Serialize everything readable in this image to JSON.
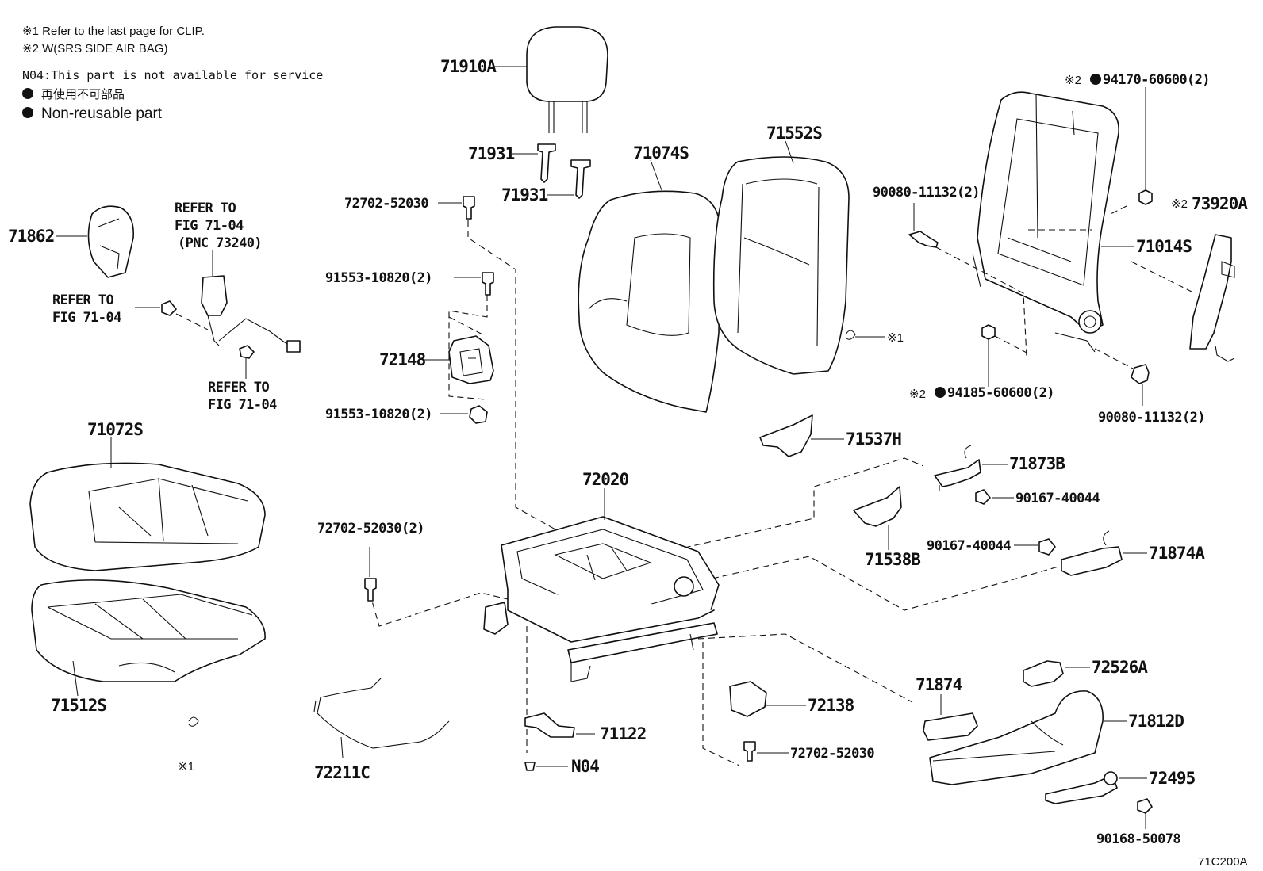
{
  "notes": {
    "clip_ref": "※1 Refer to the last page for CLIP.",
    "srs_ref": "※2 W(SRS SIDE AIR BAG)",
    "n04": "N04:This part is not available for service",
    "non_reusable_jp": "再使用不可部品",
    "non_reusable_en": "Non-reusable part"
  },
  "refer": {
    "refer_to": "REFER TO",
    "fig_7104": "FIG 71-04",
    "pnc": "(PNC 73240)"
  },
  "labels": {
    "p71910A": "71910A",
    "p71931a": "71931",
    "p71931b": "71931",
    "p72702_52030_a": "72702-52030",
    "p91553_a": "91553-10820(2)",
    "p72148": "72148",
    "p91553_b": "91553-10820(2)",
    "p71862": "71862",
    "p71074S": "71074S",
    "p71552S": "71552S",
    "p71014S": "71014S",
    "p94170": "94170-60600(2)",
    "p90080_a": "90080-11132(2)",
    "p73920A": "73920A",
    "p94185": "94185-60600(2)",
    "p90080_b": "90080-11132(2)",
    "clip1": "※1",
    "clip2": "※1",
    "srs_mark_a": "※2",
    "srs_mark_b": "※2",
    "srs_mark_c": "※2",
    "p71537H": "71537H",
    "p71873B": "71873B",
    "p90167_a": "90167-40044",
    "p90167_b": "90167-40044",
    "p71874A": "71874A",
    "p71538B": "71538B",
    "p72020": "72020",
    "p71072S": "71072S",
    "p71512S": "71512S",
    "p72702_52030_b": "72702-52030(2)",
    "p72211C": "72211C",
    "p71122": "71122",
    "n04_label": "N04",
    "p72138": "72138",
    "p72702_52030_c": "72702-52030",
    "p71874": "71874",
    "p72526A": "72526A",
    "p71812D": "71812D",
    "p72495": "72495",
    "p90168": "90168-50078",
    "fig_code": "71C200A"
  }
}
